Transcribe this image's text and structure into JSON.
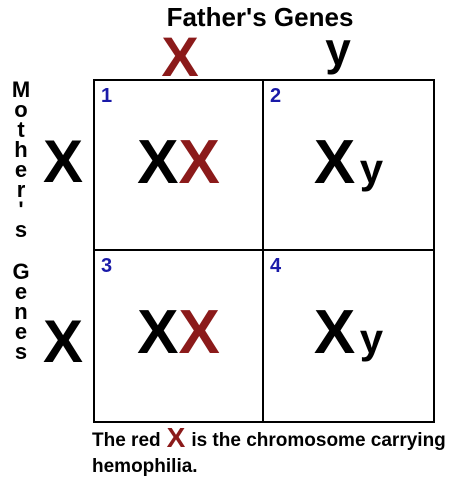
{
  "father_title": "Father's Genes",
  "father_alleles": [
    "X",
    "y"
  ],
  "mother_title_letters": [
    "M",
    "o",
    "t",
    "h",
    "e",
    "r",
    "'",
    "s",
    "",
    "G",
    "e",
    "n",
    "e",
    "s"
  ],
  "mother_alleles": [
    "X",
    "X"
  ],
  "cells": [
    {
      "number": "1",
      "a": "X",
      "b": "X"
    },
    {
      "number": "2",
      "a": "X",
      "b": "y"
    },
    {
      "number": "3",
      "a": "X",
      "b": "X"
    },
    {
      "number": "4",
      "a": "X",
      "b": "y"
    }
  ],
  "note": {
    "before": "The red",
    "highlight": "X",
    "after": "is the chromosome carrying hemophilia."
  },
  "colors": {
    "carrier_red": "#8b1a1a",
    "number_blue": "#1a1aa8",
    "text": "#000000"
  }
}
